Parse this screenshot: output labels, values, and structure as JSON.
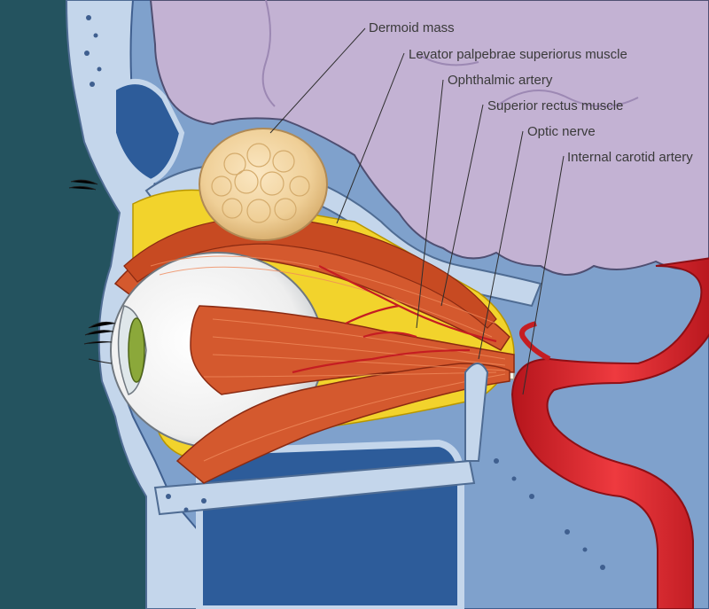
{
  "labels": {
    "dermoid_mass": "Dermoid mass",
    "levator": "Levator palpebrae superiorus muscle",
    "ophthalmic_artery": "Ophthalmic artery",
    "superior_rectus": "Superior rectus muscle",
    "optic_nerve": "Optic nerve",
    "internal_carotid": "Internal carotid artery"
  },
  "colors": {
    "skin": "#24535f",
    "bone": "#c4d6eb",
    "cavity": "#7fa1cc",
    "sinus": "#2d5c9a",
    "brain": "#c3b2d3",
    "fat": "#f2d32c",
    "muscle": "#d4592e",
    "mass": "#f1d29f",
    "artery": "#d8232a",
    "eye": "#f2f2f2",
    "iris": "#8ba83a"
  }
}
